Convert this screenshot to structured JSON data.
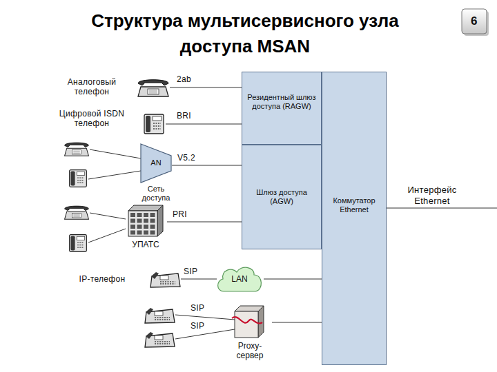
{
  "diagram": {
    "title": "Структура мультисервисного узла доступа MSAN",
    "nodes": [
      {
        "text": [
          "Резидентный шлюз доступа (RAGW)"
        ]
      },
      {
        "text": [
          "Шлюз доступа (AGW)"
        ]
      },
      {
        "text": [
          "Коммутатор Ethernet"
        ]
      },
      {
        "text": [
          "AN",
          "Сеть доступа"
        ]
      },
      {
        "text": [
          "УПАТС"
        ]
      },
      {
        "text": [
          "LAN"
        ]
      },
      {
        "text": [
          "Proxy-сервер"
        ]
      }
    ],
    "edges": [
      {
        "from": 3,
        "to": 1,
        "label": "V5.2",
        "arrow": "none"
      },
      {
        "from": 4,
        "to": 1,
        "label": "PRI",
        "arrow": "none"
      },
      {
        "from": 5,
        "to": 2,
        "arrow": "none"
      },
      {
        "from": 6,
        "to": 2,
        "arrow": "none"
      }
    ],
    "labels": [
      "6",
      "Аналоговый телефон",
      "Цифровой ISDN телефон",
      "IP-телефон",
      "2ab",
      "BRI",
      "SIP",
      "SIP",
      "SIP",
      "Интерфейс Ethernet"
    ]
  }
}
